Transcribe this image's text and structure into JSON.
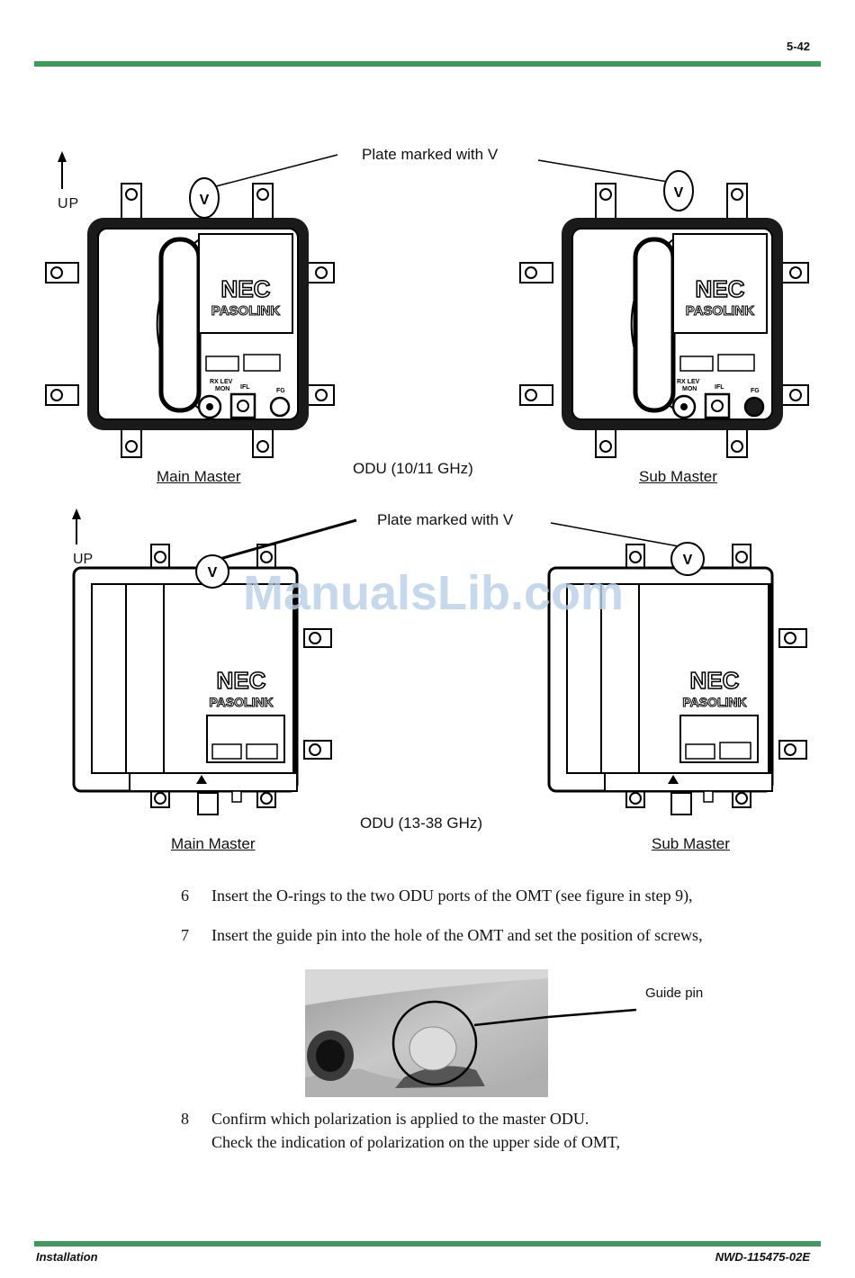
{
  "header": {
    "page_number": "5-42"
  },
  "figure1": {
    "up_label": "UP",
    "plate_label": "Plate marked with V",
    "caption": "ODU (10/11 GHz)",
    "left_label": "Main Master",
    "right_label": "Sub Master",
    "brand_top": "NEC",
    "brand_sub": "PASOLINK",
    "port_rxlev": "RX LEV",
    "port_mon": "MON",
    "port_ifl": "IFL",
    "port_fg": "FG",
    "plate_letter": "V"
  },
  "figure2": {
    "up_label": "UP",
    "plate_label": "Plate marked with V",
    "caption": "ODU (13-38 GHz)",
    "left_label": "Main Master",
    "right_label": "Sub Master",
    "brand_top": "NEC",
    "brand_sub": "PASOLINK",
    "plate_letter": "V"
  },
  "watermark": "ManualsLib.com",
  "steps": [
    {
      "number": "6",
      "text": "Insert the O-rings to the two ODU ports of the OMT (see figure in step 9),"
    },
    {
      "number": "7",
      "text": "Insert the guide pin into the hole of the OMT and set the position of screws,"
    },
    {
      "number": "8",
      "text": "Confirm which polarization is applied to the master ODU.",
      "text2": "Check the indication of polarization on the upper side of OMT,"
    }
  ],
  "photo": {
    "callout_label": "Guide pin"
  },
  "footer": {
    "left": "Installation",
    "right": "NWD-115475-02E"
  }
}
